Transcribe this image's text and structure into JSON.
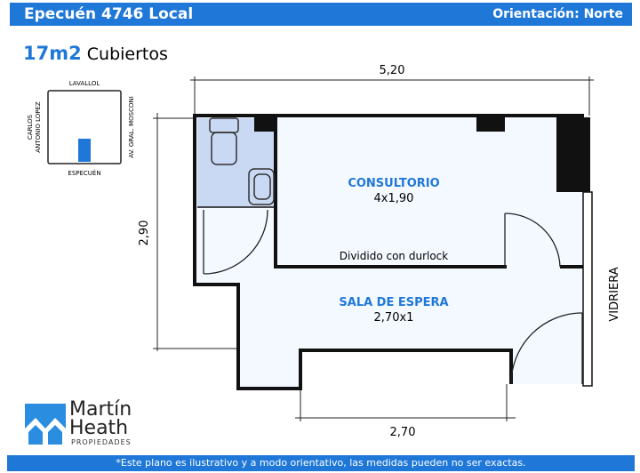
{
  "header": {
    "title": "Epecuén 4746 Local",
    "orientation": "Orientación: Norte"
  },
  "area": {
    "value": "17m2",
    "label": "Cubiertos"
  },
  "location_map": {
    "north": "LAVALLOL",
    "south": "ESPECUÉN",
    "west_1": "CARLOS",
    "west_2": "ANTONIO LOPEZ",
    "east": "AV. GRAL. MOSCONI"
  },
  "plan": {
    "width_top": "5,20",
    "height_left": "2,90",
    "width_bottom": "2,70",
    "room1_name": "CONSULTORIO",
    "room1_dims": "4x1,90",
    "divider_note": "Dividido con durlock",
    "room2_name": "SALA DE ESPERA",
    "room2_dims": "2,70x1",
    "window_label": "VIDRIERA"
  },
  "logo": {
    "line1": "Martín",
    "line2": "Heath",
    "sub": "PROPIEDADES"
  },
  "footer": {
    "disclaimer": "*Este plano es ilustrativo y a modo orientativo, las medidas pueden no ser exactas."
  },
  "colors": {
    "brand": "#1f78d8",
    "bathroom": "#c9d9f3"
  }
}
